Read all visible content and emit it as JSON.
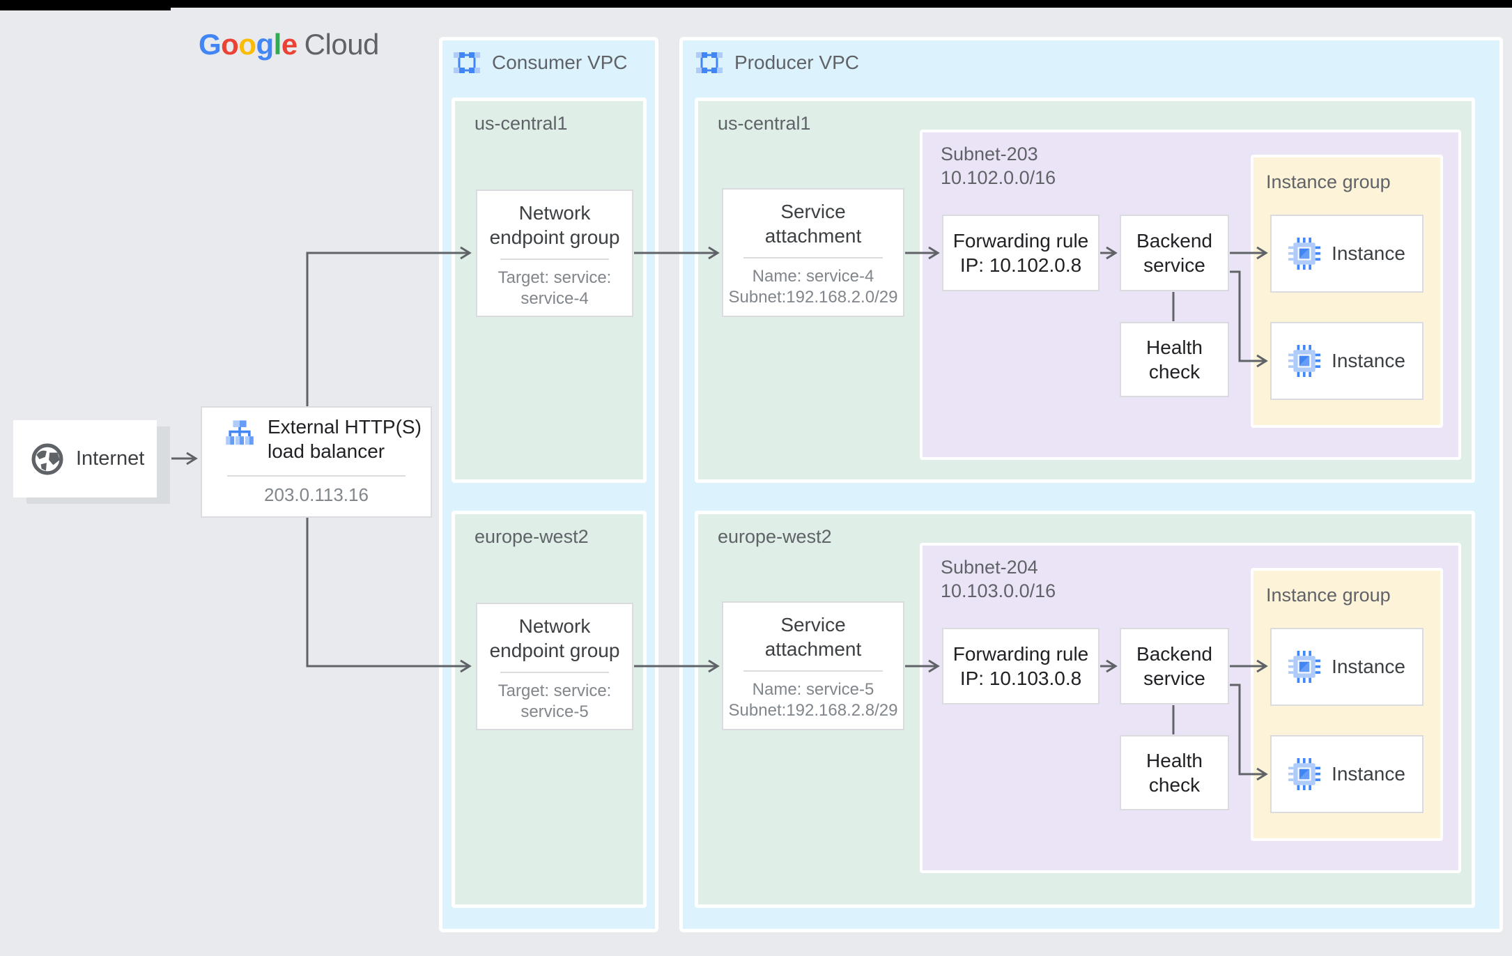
{
  "brand": {
    "letters": [
      {
        "char": "G",
        "color": "#4285F4"
      },
      {
        "char": "o",
        "color": "#EA4335"
      },
      {
        "char": "o",
        "color": "#FBBC05"
      },
      {
        "char": "g",
        "color": "#4285F4"
      },
      {
        "char": "l",
        "color": "#34A853"
      },
      {
        "char": "e",
        "color": "#EA4335"
      }
    ],
    "product": "Cloud"
  },
  "internet": {
    "label": "Internet"
  },
  "load_balancer": {
    "title_line1": "External HTTP(S)",
    "title_line2": "load balancer",
    "ip": "203.0.113.16"
  },
  "consumer_vpc": {
    "label": "Consumer VPC",
    "regions": [
      {
        "name": "us-central1",
        "neg": {
          "title_line1": "Network",
          "title_line2": "endpoint group",
          "detail_line1": "Target: service:",
          "detail_line2": "service-4"
        }
      },
      {
        "name": "europe-west2",
        "neg": {
          "title_line1": "Network",
          "title_line2": "endpoint group",
          "detail_line1": "Target: service:",
          "detail_line2": "service-5"
        }
      }
    ]
  },
  "producer_vpc": {
    "label": "Producer VPC",
    "regions": [
      {
        "name": "us-central1",
        "service_attachment": {
          "title_line1": "Service",
          "title_line2": "attachment",
          "detail_line1": "Name: service-4",
          "detail_line2": "Subnet:192.168.2.0/29"
        },
        "subnet": {
          "name": "Subnet-203",
          "cidr": "10.102.0.0/16",
          "forwarding_rule": {
            "line1": "Forwarding rule",
            "line2": "IP: 10.102.0.8"
          },
          "backend_service": {
            "line1": "Backend",
            "line2": "service"
          },
          "health_check": {
            "line1": "Health",
            "line2": "check"
          }
        },
        "instance_group": {
          "label": "Instance group",
          "instance1": "Instance",
          "instance2": "Instance"
        }
      },
      {
        "name": "europe-west2",
        "service_attachment": {
          "title_line1": "Service",
          "title_line2": "attachment",
          "detail_line1": "Name: service-5",
          "detail_line2": "Subnet:192.168.2.8/29"
        },
        "subnet": {
          "name": "Subnet-204",
          "cidr": "10.103.0.0/16",
          "forwarding_rule": {
            "line1": "Forwarding rule",
            "line2": "IP: 10.103.0.8"
          },
          "backend_service": {
            "line1": "Backend",
            "line2": "service"
          },
          "health_check": {
            "line1": "Health",
            "line2": "check"
          }
        },
        "instance_group": {
          "label": "Instance group",
          "instance1": "Instance",
          "instance2": "Instance"
        }
      }
    ]
  },
  "colors": {
    "background": "#e8eaed",
    "vpc_fill": "#dcf2fd",
    "region_fill": "#dfeee6",
    "subnet_fill": "#ebe4f6",
    "instance_group_fill": "#fdf3d9",
    "line": "#5f6368",
    "title_text": "#3c4043",
    "detail_text": "#80868b"
  }
}
